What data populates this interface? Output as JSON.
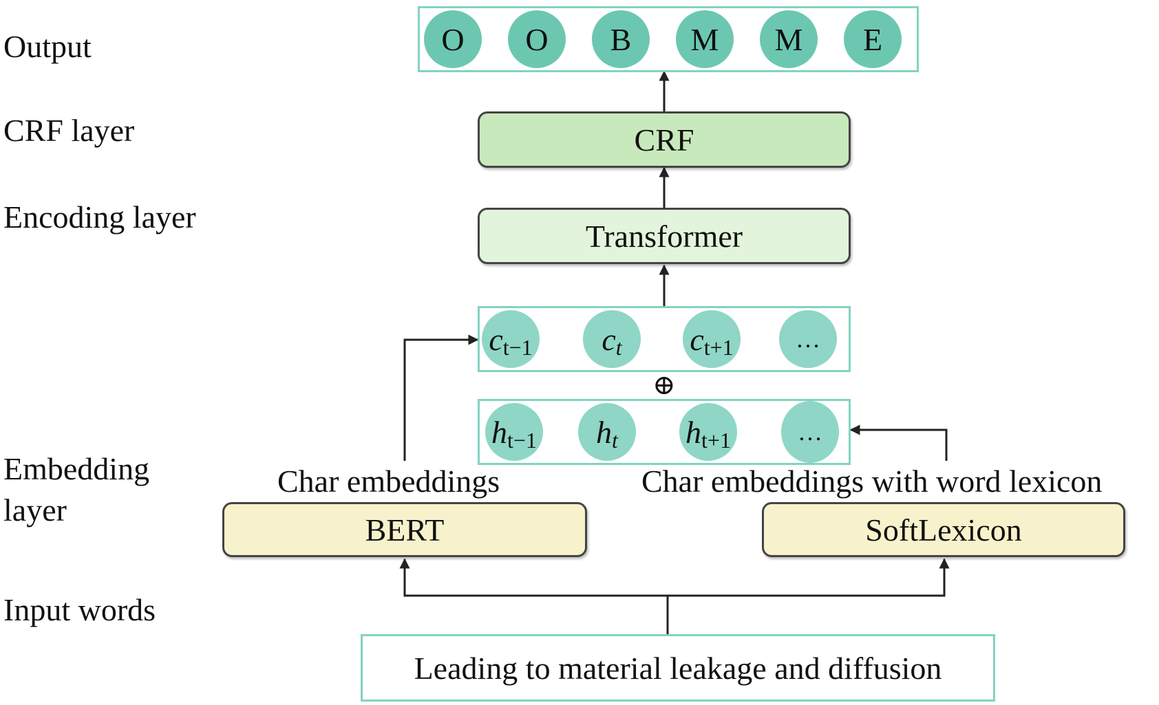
{
  "layer_labels": {
    "output": "Output",
    "crf": "CRF layer",
    "encoding": "Encoding layer",
    "embedding_line1": "Embedding",
    "embedding_line2": "layer",
    "input": "Input words"
  },
  "output_tags": [
    "O",
    "O",
    "B",
    "M",
    "M",
    "E"
  ],
  "crf_box": "CRF",
  "transformer_box": "Transformer",
  "char_nodes": [
    {
      "base": "c",
      "sub": "t−1"
    },
    {
      "base": "c",
      "sub": "t"
    },
    {
      "base": "c",
      "sub": "t+1"
    },
    {
      "base": "…",
      "sub": ""
    }
  ],
  "concat_symbol": "⊕",
  "lexicon_nodes": [
    {
      "base": "h",
      "sub": "t−1"
    },
    {
      "base": "h",
      "sub": "t"
    },
    {
      "base": "h",
      "sub": "t+1"
    },
    {
      "base": "…",
      "sub": ""
    }
  ],
  "captions": {
    "char_embeddings": "Char embeddings",
    "char_embeddings_lexicon": "Char embeddings with word lexicon"
  },
  "bert_box": "BERT",
  "softlexicon_box": "SoftLexicon",
  "input_sentence": "Leading to material leakage and diffusion",
  "colors": {
    "frame_border": "#82d3c1",
    "output_node": "#6cc7b1",
    "hidden_node": "#8fd6c6",
    "crf_fill": "#c8e9bb",
    "transformer_fill": "#e3f4dc",
    "embedding_fill": "#f8f2cc"
  }
}
